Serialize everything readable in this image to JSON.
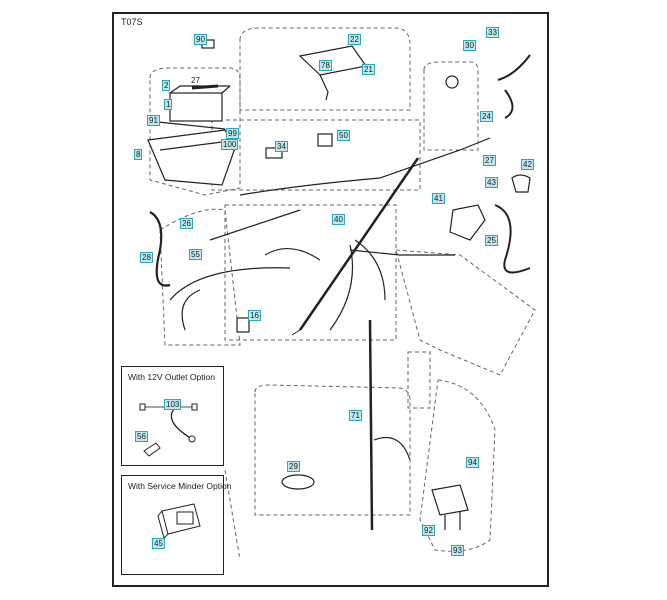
{
  "diagram": {
    "code": "T07S",
    "callouts": [
      {
        "id": "c90",
        "label": "90",
        "plain": false
      },
      {
        "id": "c2",
        "label": "2",
        "plain": false
      },
      {
        "id": "c27a",
        "label": "27",
        "plain": true
      },
      {
        "id": "c1",
        "label": "1",
        "plain": false
      },
      {
        "id": "c91",
        "label": "91",
        "plain": false
      },
      {
        "id": "c99",
        "label": "99",
        "plain": false
      },
      {
        "id": "c100",
        "label": "100",
        "plain": false
      },
      {
        "id": "c8",
        "label": "8",
        "plain": false
      },
      {
        "id": "c22",
        "label": "22",
        "plain": false
      },
      {
        "id": "c78",
        "label": "78",
        "plain": false
      },
      {
        "id": "c21",
        "label": "21",
        "plain": false
      },
      {
        "id": "c30",
        "label": "30",
        "plain": false
      },
      {
        "id": "c33",
        "label": "33",
        "plain": false
      },
      {
        "id": "c24",
        "label": "24",
        "plain": false
      },
      {
        "id": "c34",
        "label": "34",
        "plain": false
      },
      {
        "id": "c50",
        "label": "50",
        "plain": false
      },
      {
        "id": "c27b",
        "label": "27",
        "plain": false
      },
      {
        "id": "c42",
        "label": "42",
        "plain": false
      },
      {
        "id": "c41",
        "label": "41",
        "plain": false
      },
      {
        "id": "c43",
        "label": "43",
        "plain": false
      },
      {
        "id": "c25",
        "label": "25",
        "plain": false
      },
      {
        "id": "c26",
        "label": "26",
        "plain": false
      },
      {
        "id": "c40",
        "label": "40",
        "plain": false
      },
      {
        "id": "c28",
        "label": "28",
        "plain": false
      },
      {
        "id": "c55",
        "label": "55",
        "plain": false
      },
      {
        "id": "c16",
        "label": "16",
        "plain": false
      },
      {
        "id": "c71",
        "label": "71",
        "plain": false
      },
      {
        "id": "c29",
        "label": "29",
        "plain": false
      },
      {
        "id": "c94",
        "label": "94",
        "plain": false
      },
      {
        "id": "c92",
        "label": "92",
        "plain": false
      },
      {
        "id": "c93",
        "label": "93",
        "plain": false
      },
      {
        "id": "c103",
        "label": "103",
        "plain": false
      },
      {
        "id": "c56",
        "label": "56",
        "plain": false
      },
      {
        "id": "c45",
        "label": "45",
        "plain": false
      }
    ]
  },
  "insets": {
    "outlet": {
      "title": "With 12V Outlet Option"
    },
    "minder": {
      "title": "With Service Minder Option"
    }
  },
  "colors": {
    "callout_fill": "#bfe8ee",
    "callout_border": "#2aa8b8",
    "line": "#222222"
  }
}
